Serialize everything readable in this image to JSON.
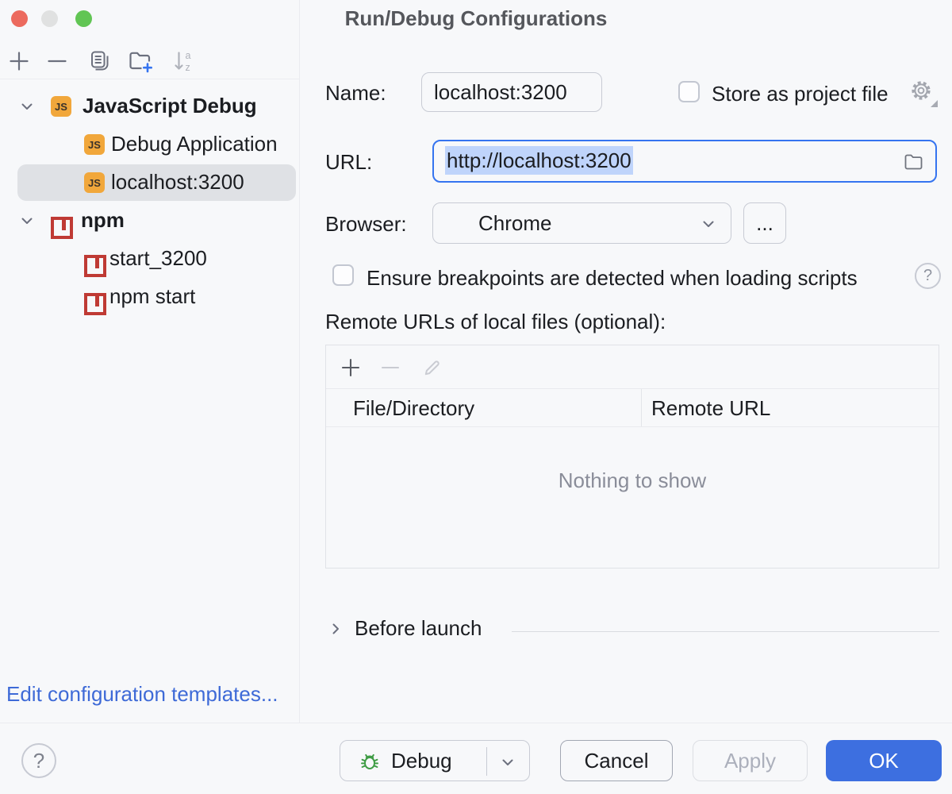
{
  "window": {
    "title": "Run/Debug Configurations"
  },
  "sidebar": {
    "js_badge": "JS",
    "toolbar_icons": [
      "add",
      "remove",
      "copy",
      "new-folder",
      "sort-alphabetically"
    ],
    "tree": [
      {
        "label": "JavaScript Debug",
        "type": "javascript-debug",
        "expanded": true
      },
      {
        "label": "Debug Application",
        "type": "javascript-debug"
      },
      {
        "label": "localhost:3200",
        "type": "javascript-debug",
        "selected": true
      },
      {
        "label": "npm",
        "type": "npm",
        "expanded": true
      },
      {
        "label": "start_3200",
        "type": "npm"
      },
      {
        "label": "npm start",
        "type": "npm"
      }
    ],
    "edit_templates_link": "Edit configuration templates..."
  },
  "form": {
    "name": {
      "label": "Name:",
      "value": "localhost:3200"
    },
    "store_as_project": {
      "label": "Store as project file",
      "checked": false
    },
    "url": {
      "label": "URL:",
      "value": "http://localhost:3200",
      "selected": true
    },
    "browser": {
      "label": "Browser:",
      "value": "Chrome",
      "more_label": "..."
    },
    "breakpoints": {
      "label": "Ensure breakpoints are detected when loading scripts",
      "checked": false,
      "help": "?"
    },
    "remote_urls": {
      "label": "Remote URLs of local files (optional):",
      "columns": [
        "File/Directory",
        "Remote URL"
      ],
      "rows": [],
      "empty_text": "Nothing to show"
    },
    "before_launch": {
      "label": "Before launch"
    }
  },
  "footer": {
    "help": "?",
    "debug": "Debug",
    "cancel": "Cancel",
    "apply": "Apply",
    "ok": "OK"
  },
  "colors": {
    "accent": "#3574F0",
    "ok-bg": "#3D6FE0",
    "selection": "#BFD4FB",
    "tree-selection": "#DFE1E5",
    "link": "#3E6AD7",
    "js-icon": "#F1A73B",
    "npm-icon": "#BF3A34",
    "bug-green": "#3F9C45"
  }
}
